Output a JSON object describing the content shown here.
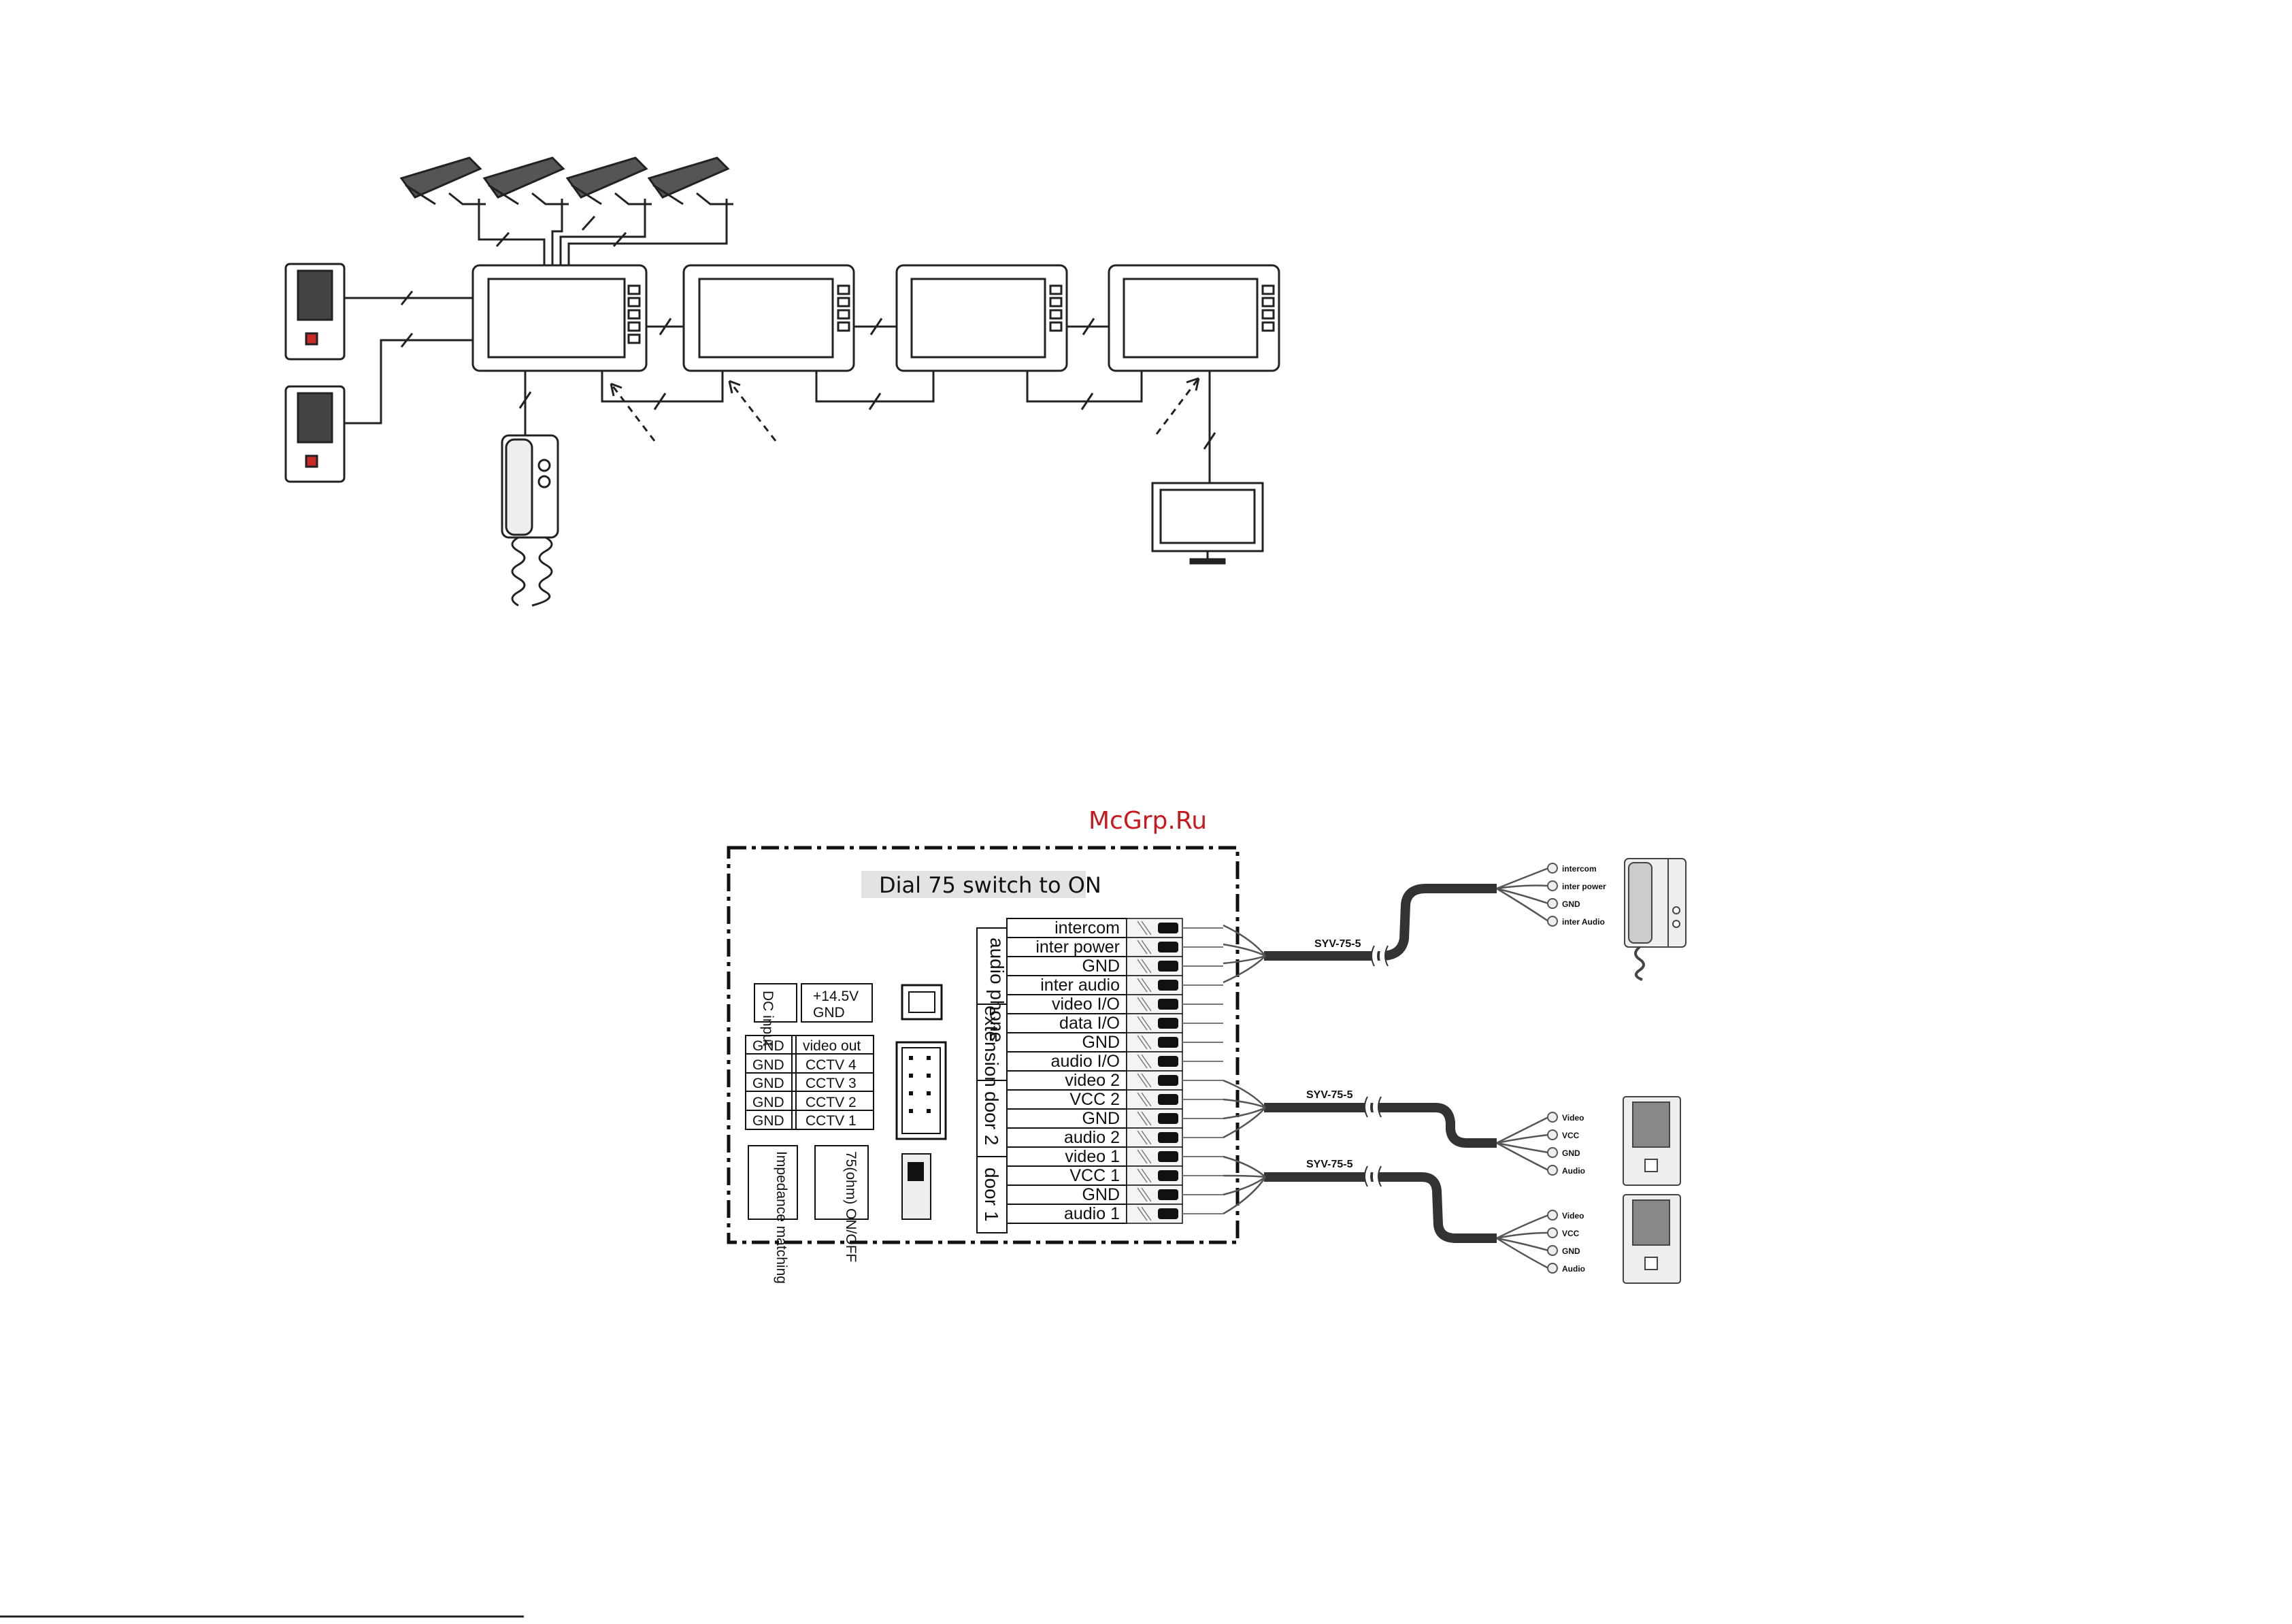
{
  "watermark": "McGrp.Ru",
  "panel": {
    "title": "Dial 75  switch to ON",
    "dc_input": "DC input",
    "dc_value_1": "+14.5V",
    "dc_value_2": "GND",
    "cctv": [
      {
        "left": "GND",
        "right": "video out"
      },
      {
        "left": "GND",
        "right": "CCTV 4"
      },
      {
        "left": "GND",
        "right": "CCTV 3"
      },
      {
        "left": "GND",
        "right": "CCTV 2"
      },
      {
        "left": "GND",
        "right": "CCTV 1"
      }
    ],
    "impedance": "Impedance matching",
    "ohm_switch": "75(ohm) ON/OFF",
    "groups": [
      "audio phone",
      "extension",
      "door 2",
      "door 1"
    ],
    "terminals": [
      "intercom",
      "inter power",
      "GND",
      "inter audio",
      "video I/O",
      "data I/O",
      "GND",
      "audio I/O",
      "video 2",
      "VCC 2",
      "GND",
      "audio 2",
      "video 1",
      "VCC 1",
      "GND",
      "audio 1"
    ]
  },
  "cables": {
    "cable_1": "SYV-75-5",
    "cable_2": "SYV-75-5",
    "cable_3": "SYV-75-5"
  },
  "handset_wires": [
    "intercom",
    "inter power",
    "GND",
    "inter Audio"
  ],
  "door2_wires": [
    "Video",
    "VCC",
    "GND",
    "Audio"
  ],
  "door1_wires": [
    "Video",
    "VCC",
    "GND",
    "Audio"
  ]
}
